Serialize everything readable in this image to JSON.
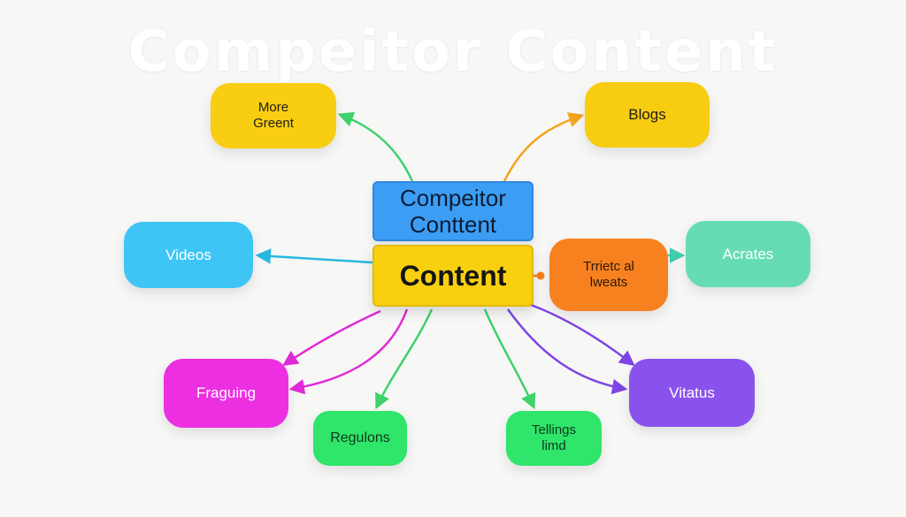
{
  "watermark": "Compeitor Content",
  "center": {
    "top_line1": "Compeitor",
    "top_line2": "Conttent",
    "main": "Content"
  },
  "nodes": {
    "more_green": {
      "line1": "More",
      "line2": "Greent",
      "color": "#f9cd11"
    },
    "blogs": {
      "label": "Blogs",
      "color": "#f8cc11"
    },
    "videos": {
      "label": "Videos",
      "color": "#3ec5f6"
    },
    "trending": {
      "line1": "Trrietc al",
      "line2": "lweats",
      "color": "#f7811f"
    },
    "acrates": {
      "label": "Acrates",
      "color": "#65dcb2"
    },
    "fraguing": {
      "label": "Fraguing",
      "color": "#ed2fe2"
    },
    "vitatus": {
      "label": "Vitatus",
      "color": "#8a52ec"
    },
    "regulons": {
      "label": "Regulons",
      "color": "#2fe56a"
    },
    "tellings": {
      "line1": "Tellings",
      "line2": "limd",
      "color": "#2fe56a"
    }
  }
}
